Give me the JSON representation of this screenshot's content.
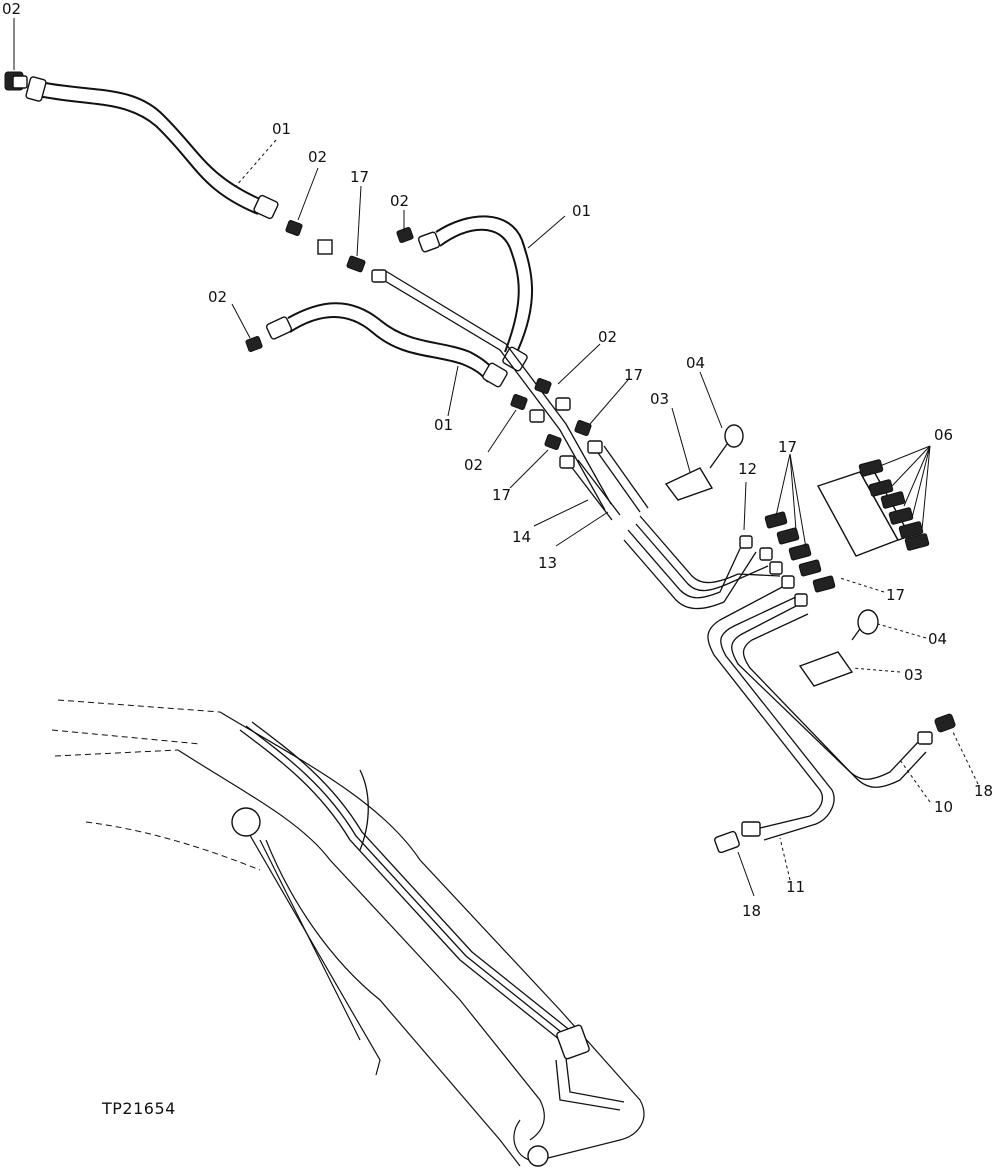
{
  "labels": [
    {
      "id": "lbl-02-a",
      "text": "02"
    },
    {
      "id": "lbl-01-a",
      "text": "01"
    },
    {
      "id": "lbl-02-b",
      "text": "02"
    },
    {
      "id": "lbl-17-a",
      "text": "17"
    },
    {
      "id": "lbl-02-c",
      "text": "02"
    },
    {
      "id": "lbl-01-b",
      "text": "01"
    },
    {
      "id": "lbl-02-d",
      "text": "02"
    },
    {
      "id": "lbl-01-c",
      "text": "01"
    },
    {
      "id": "lbl-02-e",
      "text": "02"
    },
    {
      "id": "lbl-02-f",
      "text": "02"
    },
    {
      "id": "lbl-17-b",
      "text": "17"
    },
    {
      "id": "lbl-04-a",
      "text": "04"
    },
    {
      "id": "lbl-03-a",
      "text": "03"
    },
    {
      "id": "lbl-17-c",
      "text": "17"
    },
    {
      "id": "lbl-14",
      "text": "14"
    },
    {
      "id": "lbl-13",
      "text": "13"
    },
    {
      "id": "lbl-12",
      "text": "12"
    },
    {
      "id": "lbl-17-d",
      "text": "17"
    },
    {
      "id": "lbl-06",
      "text": "06"
    },
    {
      "id": "lbl-17-e",
      "text": "17"
    },
    {
      "id": "lbl-04-b",
      "text": "04"
    },
    {
      "id": "lbl-03-b",
      "text": "03"
    },
    {
      "id": "lbl-18-a",
      "text": "18"
    },
    {
      "id": "lbl-10",
      "text": "10"
    },
    {
      "id": "lbl-11",
      "text": "11"
    },
    {
      "id": "lbl-18-b",
      "text": "18"
    }
  ],
  "figure_code": "TP21654"
}
